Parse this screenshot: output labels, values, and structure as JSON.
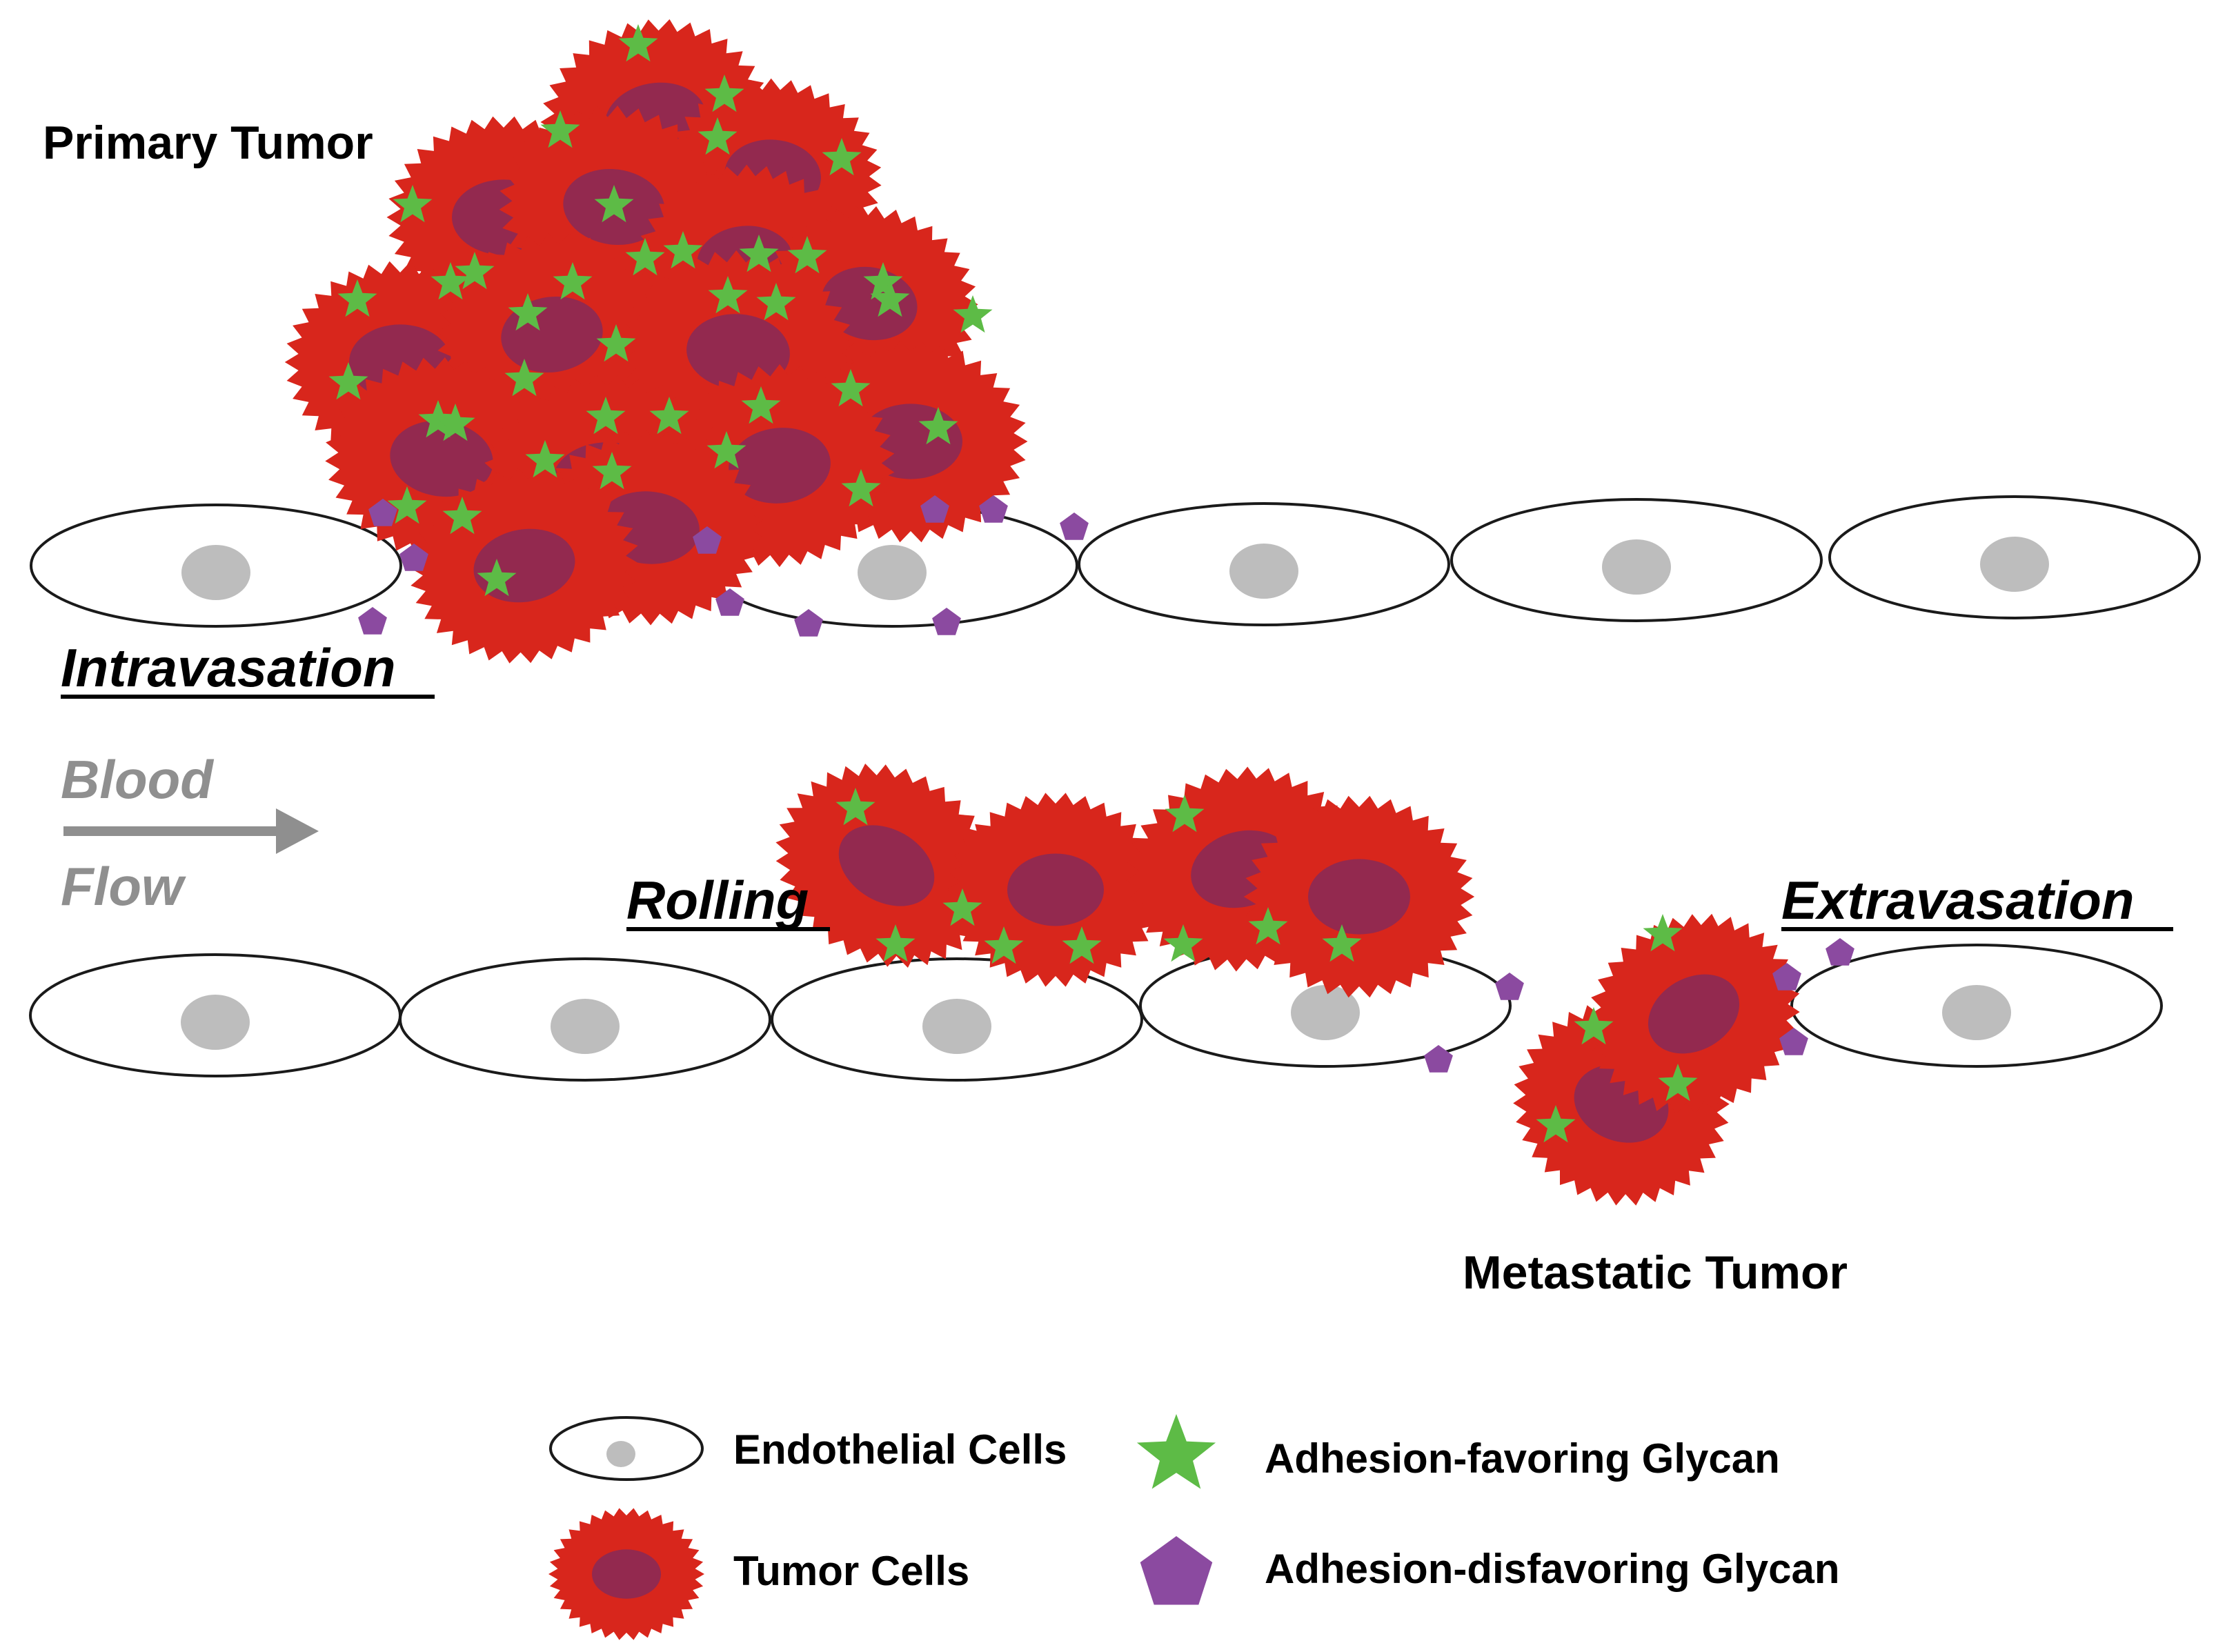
{
  "labels": {
    "primary_tumor": "Primary Tumor",
    "intravasation": "Intravasation",
    "blood": "Blood",
    "flow": "Flow",
    "rolling": "Rolling",
    "extravasation": "Extravasation",
    "metastatic_tumor": "Metastatic Tumor"
  },
  "legend": {
    "endothelial": "Endothelial Cells",
    "tumor": "Tumor Cells",
    "adhesion_favoring": "Adhesion-favoring Glycan",
    "adhesion_disfavoring": "Adhesion-disfavoring Glycan"
  },
  "colors": {
    "tumor_cell": "#d8261c",
    "tumor_nucleus": "#93294f",
    "endothelial_nucleus": "#bdbdbd",
    "adhesion_favoring_glycan": "#5dbb46",
    "adhesion_disfavoring_glycan": "#8b4aa0",
    "blood_flow_arrow": "#8f8f8f"
  }
}
